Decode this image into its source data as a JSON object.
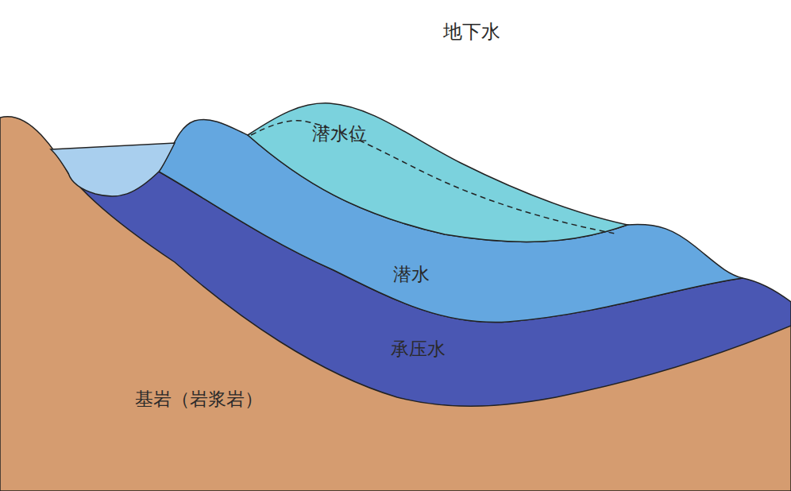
{
  "diagram": {
    "title": "地下水",
    "nodes": [
      {
        "text": [
          "潜水"
        ]
      },
      {
        "text": [
          "承压水"
        ]
      },
      {
        "text": [
          "基岩（岩浆岩）"
        ]
      }
    ],
    "labels": [
      "潜水位"
    ]
  }
}
